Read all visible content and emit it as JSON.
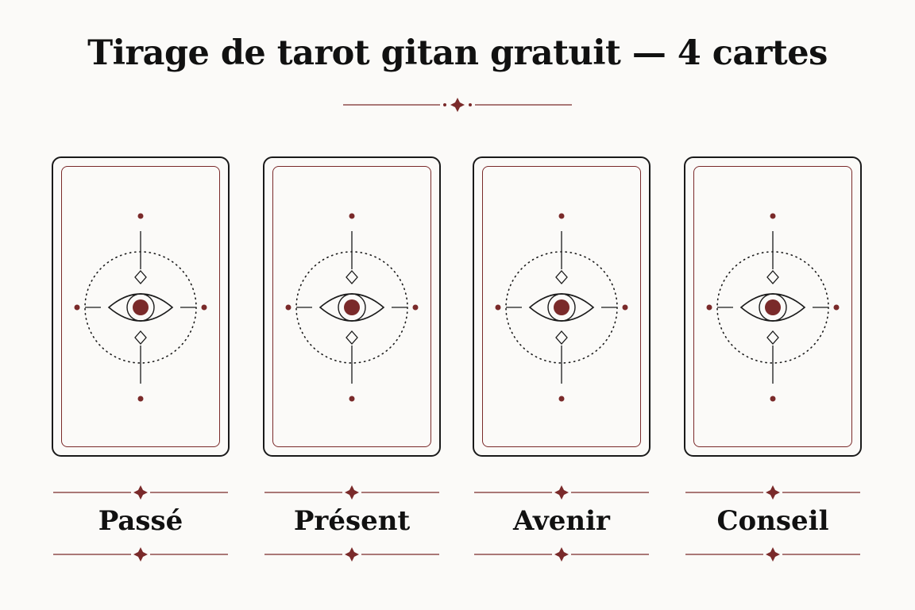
{
  "title": "Tirage de tarot gitan gratuit — 4 cartes",
  "colors": {
    "accent": "#7a2a2a",
    "ink": "#1a1a1a",
    "background": "#fbfaf8"
  },
  "cards": [
    {
      "label": "Passé",
      "emblem_icon": "eye-icon"
    },
    {
      "label": "Présent",
      "emblem_icon": "eye-icon"
    },
    {
      "label": "Avenir",
      "emblem_icon": "eye-icon"
    },
    {
      "label": "Conseil",
      "emblem_icon": "eye-icon"
    }
  ]
}
